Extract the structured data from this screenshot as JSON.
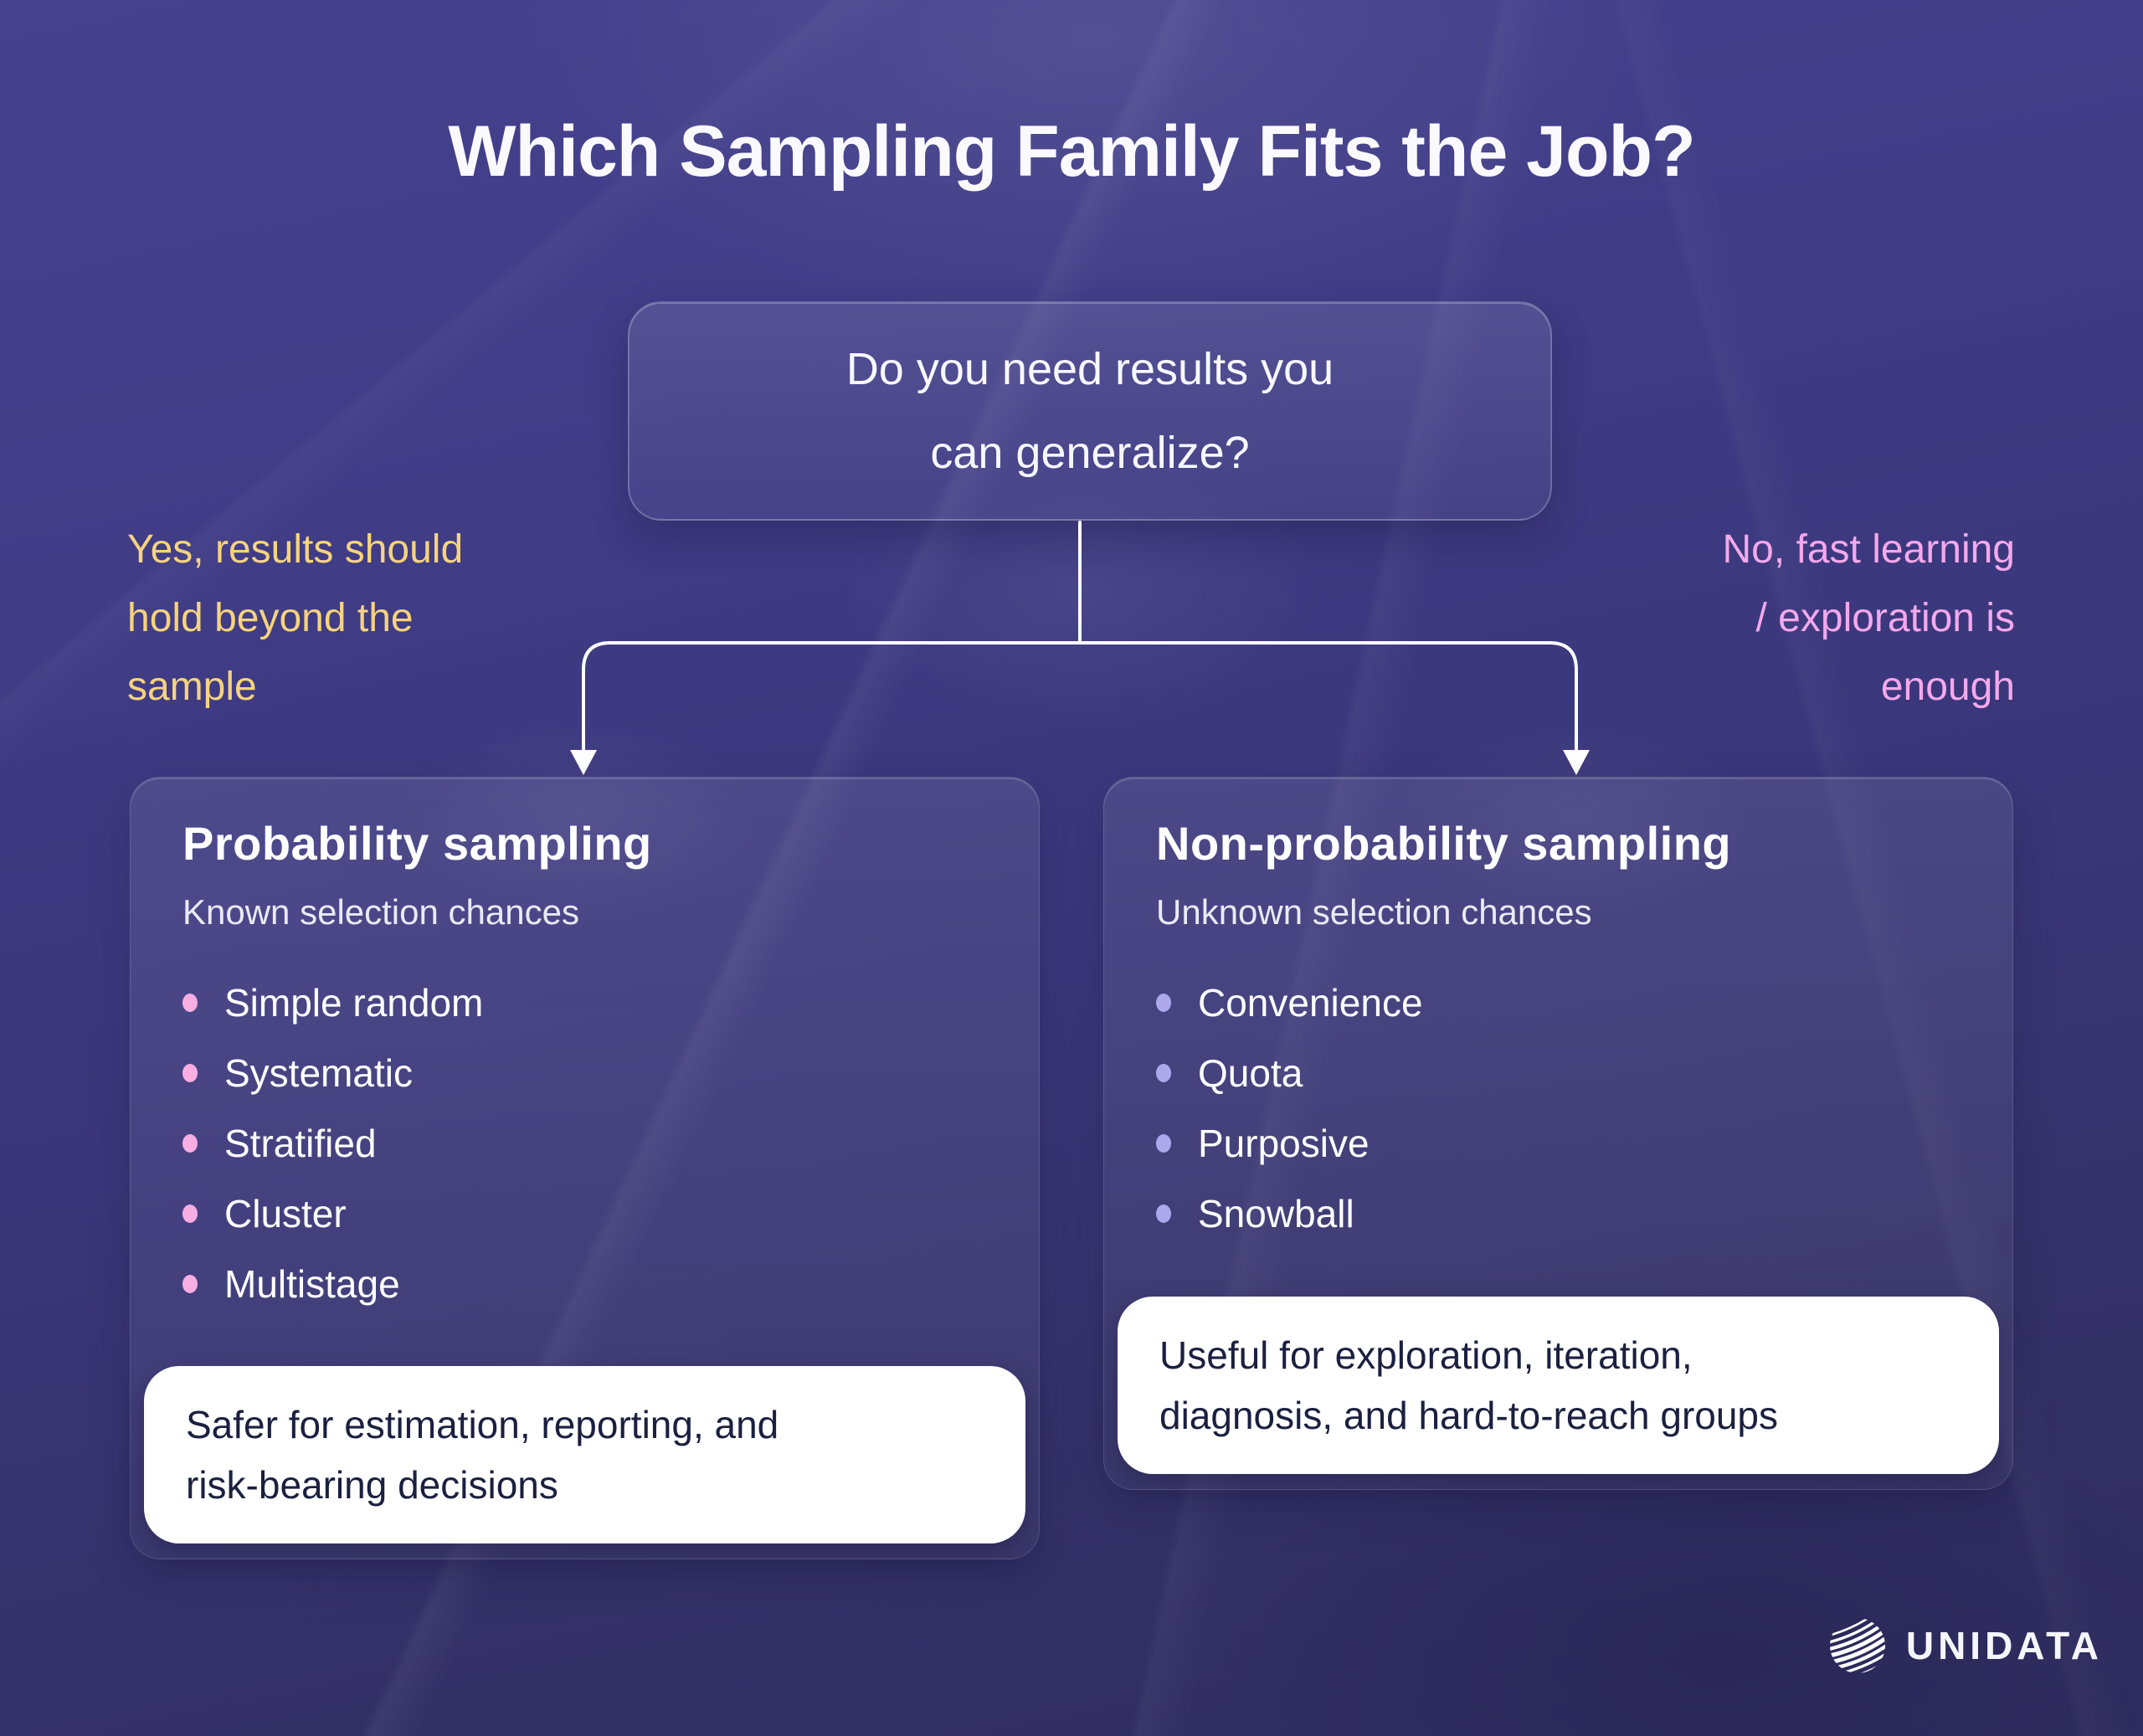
{
  "title": "Which Sampling Family Fits the Job?",
  "question": {
    "line1": "Do you need results you",
    "line2": "can generalize?"
  },
  "branches": {
    "yes": {
      "line1": "Yes, results should",
      "line2": "hold beyond the",
      "line3": "sample",
      "color": "#F6D37D"
    },
    "no": {
      "line1": "No, fast learning",
      "line2": "/ exploration is",
      "line3": "enough",
      "color": "#F4A9EC"
    }
  },
  "cards": {
    "probability": {
      "title": "Probability sampling",
      "subtitle": "Known selection chances",
      "bullets": [
        "Simple random",
        "Systematic",
        "Stratified",
        "Cluster",
        "Multistage"
      ],
      "bullet_color": "#F8AEE3",
      "note_line1": "Safer for estimation, reporting, and",
      "note_line2": "risk-bearing decisions"
    },
    "non_probability": {
      "title": "Non-probability sampling",
      "subtitle": "Unknown selection chances",
      "bullets": [
        "Convenience",
        "Quota",
        "Purposive",
        "Snowball"
      ],
      "bullet_color": "#ADA8EC",
      "note_line1": "Useful for exploration, iteration,",
      "note_line2": "diagnosis, and hard-to-reach groups"
    }
  },
  "logo": {
    "wordmark": "UNIDATA",
    "icon": "globe-icon"
  },
  "colors": {
    "background_top": "#45418E",
    "background_bottom": "#2F2C5F",
    "panel_fill": "rgba(255,255,255,0.06)",
    "connector_line": "#FFFFFF",
    "note_background": "#FFFFFF",
    "note_text": "#1B2040",
    "title_text": "#FAFAFE"
  }
}
